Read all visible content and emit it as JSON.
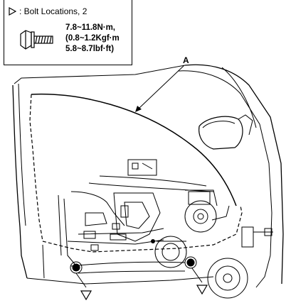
{
  "legend": {
    "label": ": Bolt Locations, 2",
    "torque_lines": [
      "7.8~11.8N·m,",
      "(0.8~1.2Kgf·m",
      "5.8~8.7lbf·ft)"
    ]
  },
  "callouts": {
    "window_glass": "A"
  },
  "icons": {
    "bolt_marker": "triangle-outline-icon",
    "bolt": "hex-flange-bolt-icon"
  },
  "colors": {
    "line": "#000000",
    "background": "#ffffff"
  }
}
